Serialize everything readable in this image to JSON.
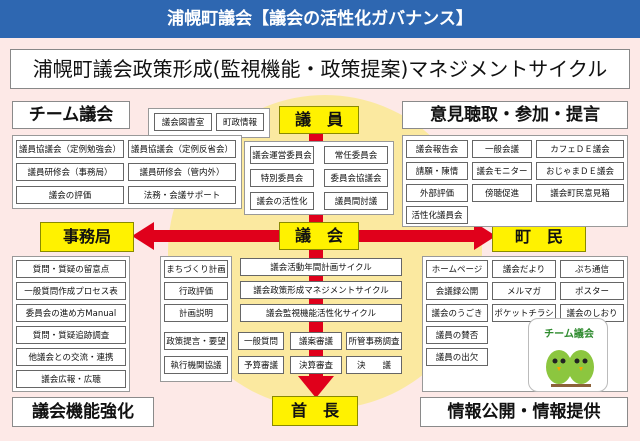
{
  "header": {
    "title": "浦幌町議会【議会の活性化ガバナンス】"
  },
  "subtitle": "浦幌町議会政策形成(監視機能・政策提案)マネジメントサイクル",
  "sections": {
    "team": "チーム議会",
    "opinion": "意見聴取・参加・提言",
    "strengthen": "議会機能強化",
    "info": "情報公開・情報提供"
  },
  "nodes": {
    "members": "議　員",
    "council": "議　会",
    "secretariat": "事務局",
    "residents": "町　民",
    "mayor": "首　長"
  },
  "top_small": [
    "議会図書室",
    "町政情報"
  ],
  "members_boxes": [
    "議会運営委員会",
    "常任委員会",
    "特別委員会",
    "委員会協議会",
    "議会の活性化",
    "議員間討議"
  ],
  "team_boxes": [
    "議員協議会（定例勉強会）",
    "議員協議会（定例反省会）",
    "議員研修会（事務局）",
    "議員研修会（管内外）",
    "議会の評価",
    "法務・会議サポート"
  ],
  "opinion_boxes": [
    "議会報告会",
    "一般会議",
    "カフェＤＥ議会",
    "請願・陳情",
    "議会モニター",
    "おじゃまＤＥ議会",
    "外部評価",
    "傍聴促進",
    "議会町民意見箱",
    "活性化議員会"
  ],
  "secretariat_boxes": [
    "質問・質疑の留意点",
    "一般質問作成プロセス表",
    "委員会の進め方Manual",
    "質問・質疑追跡調査",
    "他議会との交流・連携",
    "議会広報・広聴"
  ],
  "center_left": [
    "まちづくり計画",
    "行政評価",
    "計画説明",
    "政策提言・要望",
    "執行機関協議"
  ],
  "center_cycle": [
    "議会活動年間計画サイクル",
    "議会政策形成マネジメントサイクル",
    "議会監視機能活性化サイクル"
  ],
  "center_bottom": [
    "一般質問",
    "議案審議",
    "所管事務調査",
    "予算審議",
    "決算審査",
    "決　　議"
  ],
  "info_boxes": [
    "ホームページ",
    "議会だより",
    "ぷち通信",
    "会議録公開",
    "メルマガ",
    "ポスター",
    "議会のうごき",
    "ポケットチラシ",
    "議会のしおり",
    "議員の賛否",
    "議員の出欠"
  ],
  "logo": {
    "text": "チーム議会"
  },
  "colors": {
    "header": "#2e67b1",
    "background": "#fde9e7",
    "circle": "#fbe9a0",
    "node": "#fff200",
    "arrow": "#e0001b"
  }
}
